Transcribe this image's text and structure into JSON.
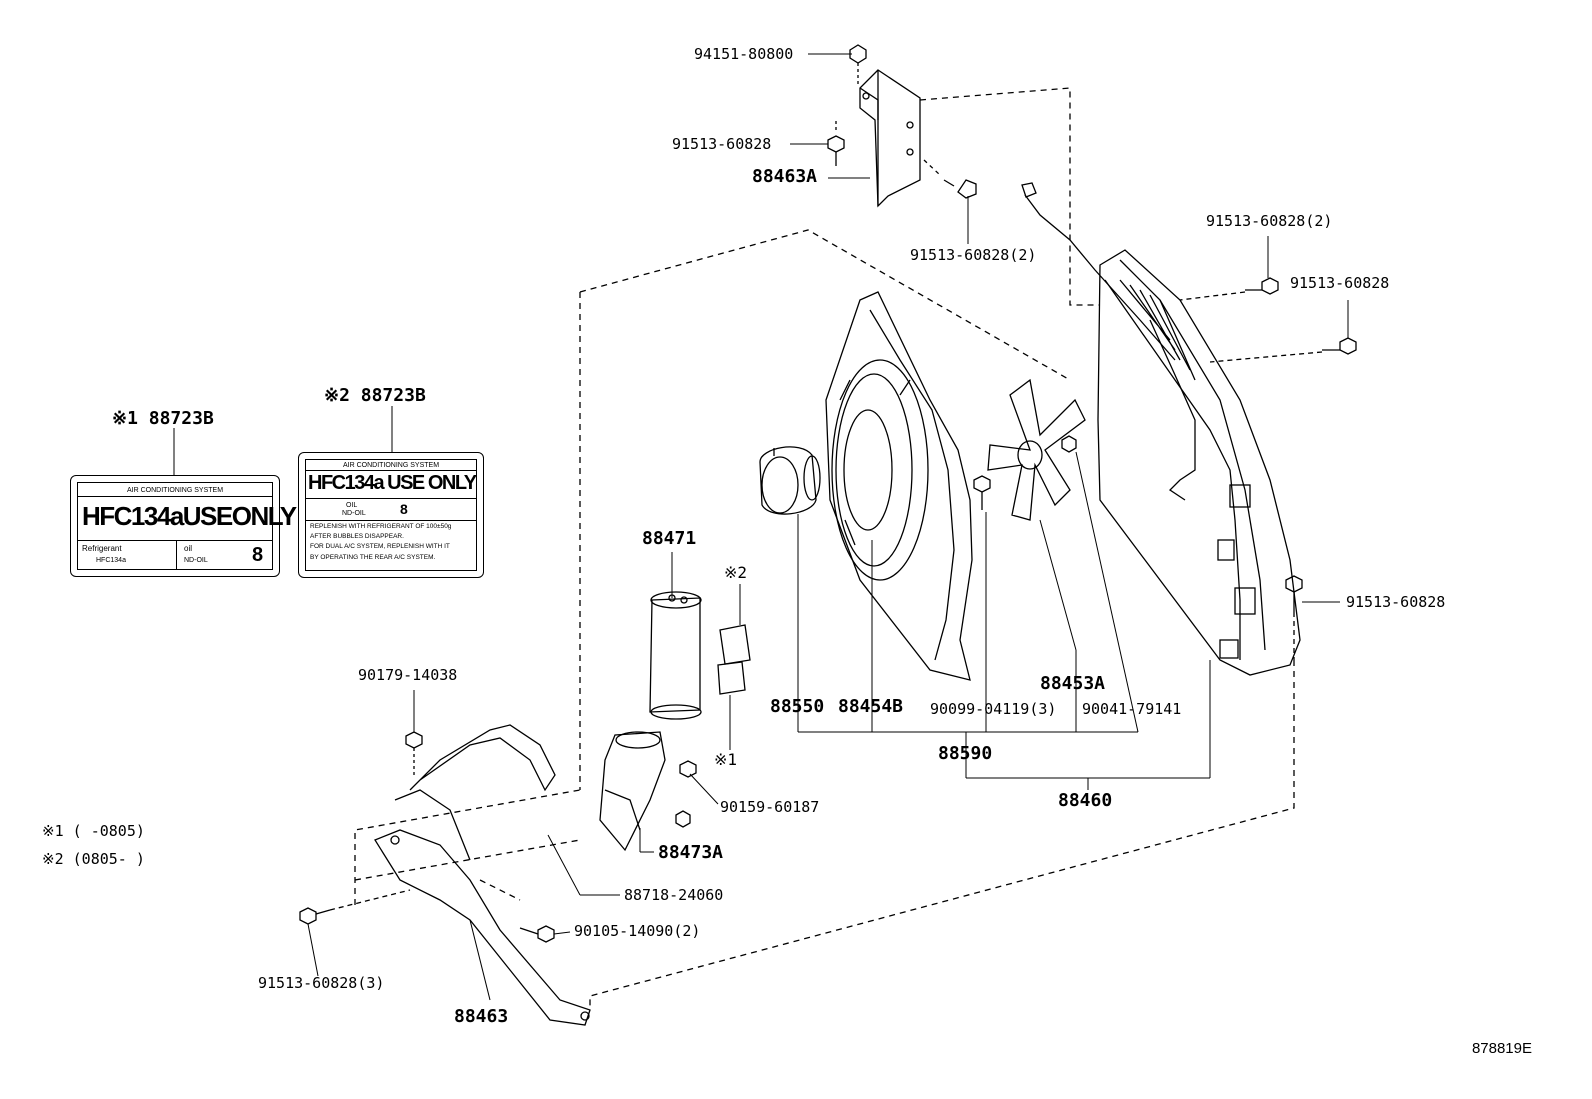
{
  "parts": {
    "p94151": "94151-80800",
    "p91513_top": "91513-60828",
    "p88463A": "88463A",
    "p91513_2_top": "91513-60828(2)",
    "p91513_2_right": "91513-60828(2)",
    "p91513_right1": "91513-60828",
    "p91513_right2": "91513-60828",
    "p88471": "88471",
    "p88550": "88550",
    "p88454B": "88454B",
    "p90099": "90099-04119(3)",
    "p90041": "90041-79141",
    "p88453A": "88453A",
    "p88590": "88590",
    "p88460": "88460",
    "p90179": "90179-14038",
    "p90159": "90159-60187",
    "p88473A": "88473A",
    "p88718": "88718-24060",
    "p90105": "90105-14090(2)",
    "p91513_3": "91513-60828(3)",
    "p88463": "88463",
    "mark2_above": "※2",
    "mark1_below": "※1"
  },
  "labels": {
    "left_ref": "※1 88723B",
    "right_ref": "※2 88723B",
    "card1": {
      "system": "AIR CONDITIONING SYSTEM",
      "main": "HFC134aUSEONLY",
      "refrigerant": "Refrigerant",
      "refrigerant_value": "HFC134a",
      "oil": "oil",
      "oil_value": "ND-OIL",
      "number": "8"
    },
    "card2": {
      "system": "AIR CONDITIONING SYSTEM",
      "main": "HFC134a USE ONLY",
      "oil": "OIL",
      "oil_value": "ND-OIL",
      "number": "8",
      "line1": "REPLENISH WITH REFRIGERANT OF 100±50g",
      "line2": "AFTER BUBBLES DISAPPEAR.",
      "line3": "FOR DUAL A/C SYSTEM, REPLENISH WITH IT",
      "line4": "BY OPERATING THE REAR A/C SYSTEM."
    }
  },
  "notes": {
    "n1": "※1 (      -0805)",
    "n2": "※2 (0805-      )"
  },
  "figure_id": "878819E"
}
